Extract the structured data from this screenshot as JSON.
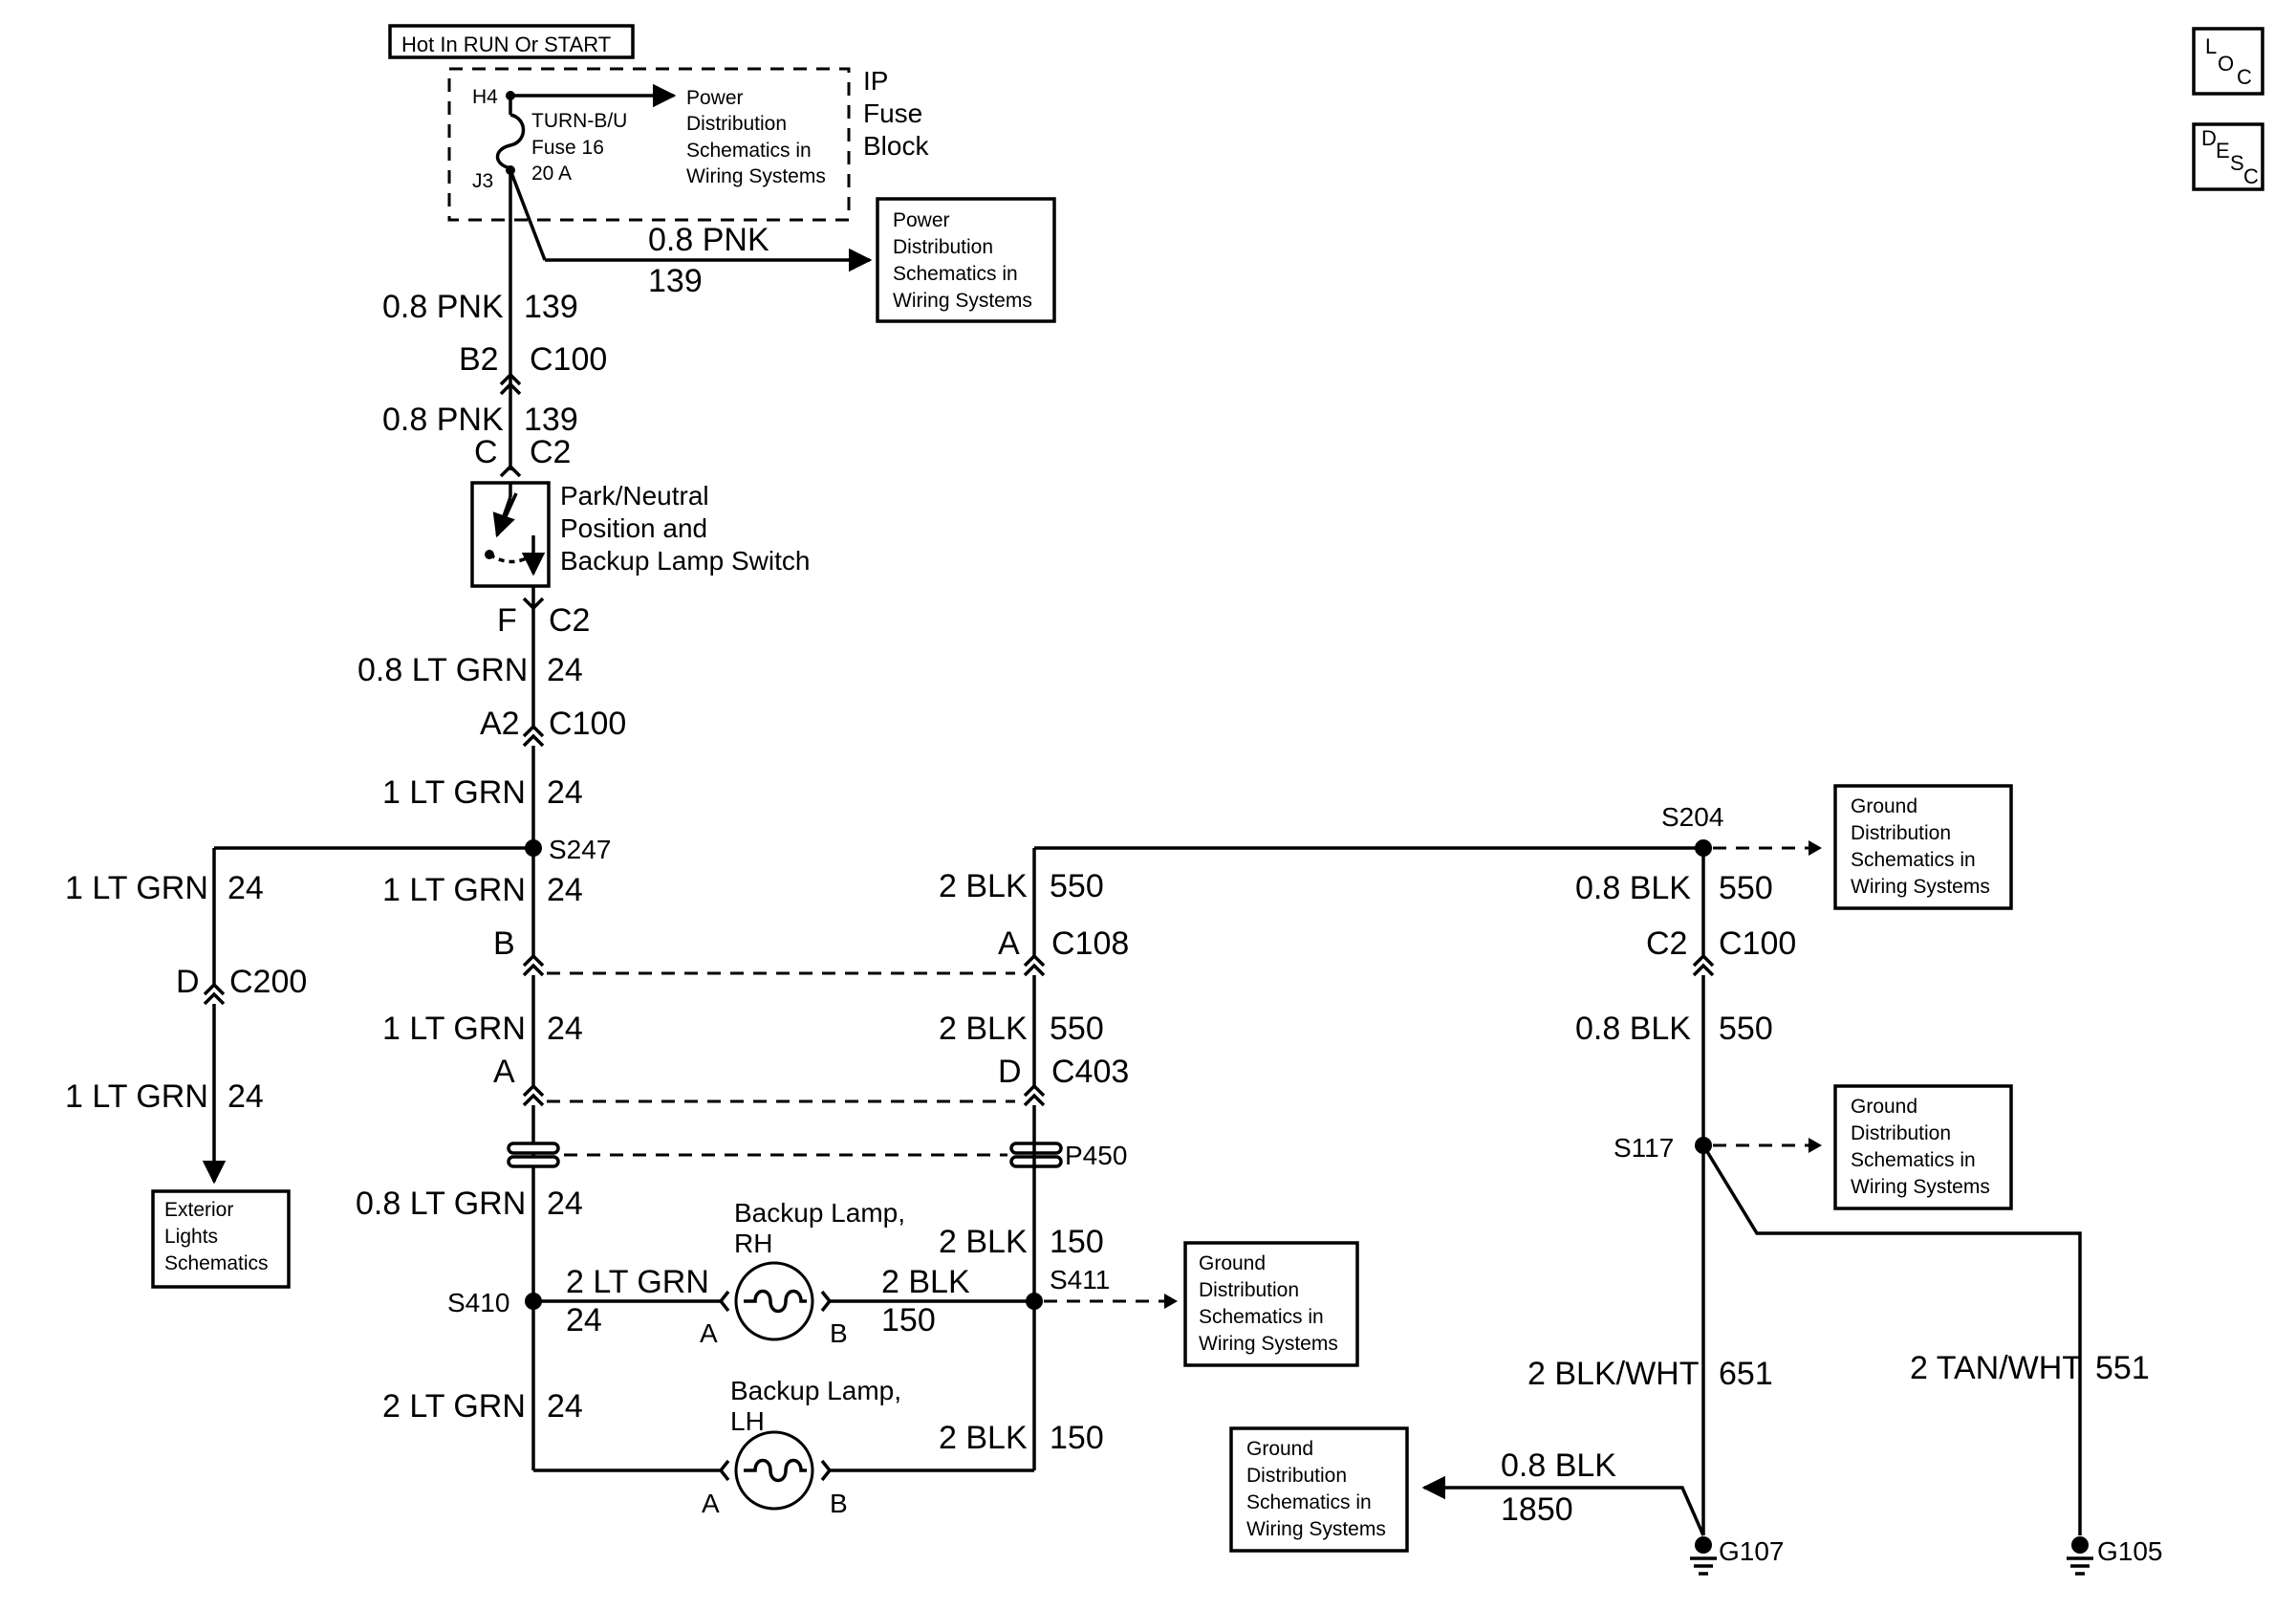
{
  "header_label": "Hot In RUN Or START",
  "corner_icons": {
    "loc": {
      "l1": "L",
      "l2": "O",
      "l3": "C"
    },
    "desc": {
      "l1": "D",
      "l2": "E",
      "l3": "S",
      "l4": "C"
    }
  },
  "fuse_block": {
    "name_line1": "IP",
    "name_line2": "Fuse",
    "name_line3": "Block",
    "pin_in": "H4",
    "pin_out": "J3",
    "fuse_line1": "TURN-B/U",
    "fuse_line2": "Fuse 16",
    "fuse_line3": "20 A",
    "ref_line1": "Power",
    "ref_line2": "Distribution",
    "ref_line3": "Schematics in",
    "ref_line4": "Wiring Systems"
  },
  "ref_boxes": {
    "power_dist": [
      "Power",
      "Distribution",
      "Schematics in",
      "Wiring Systems"
    ],
    "ground_s204": [
      "Ground",
      "Distribution",
      "Schematics in",
      "Wiring Systems"
    ],
    "ground_s117": [
      "Ground",
      "Distribution",
      "Schematics in",
      "Wiring Systems"
    ],
    "ground_s411": [
      "Ground",
      "Distribution",
      "Schematics in",
      "Wiring Systems"
    ],
    "ground_g107": [
      "Ground",
      "Distribution",
      "Schematics in",
      "Wiring Systems"
    ],
    "exterior_lights": [
      "Exterior",
      "Lights",
      "Schematics"
    ]
  },
  "switch": {
    "line1": "Park/Neutral",
    "line2": "Position and",
    "line3": "Backup Lamp Switch"
  },
  "lamps": {
    "rh": {
      "line1": "Backup Lamp,",
      "line2": "RH",
      "pin_a": "A",
      "pin_b": "B"
    },
    "lh": {
      "line1": "Backup Lamp,",
      "line2": "LH",
      "pin_a": "A",
      "pin_b": "B"
    }
  },
  "wires": {
    "pnk_branch": {
      "size_color": "0.8 PNK",
      "circuit": "139"
    },
    "pnk_upper": {
      "size_color": "0.8 PNK",
      "circuit": "139"
    },
    "pnk_lower": {
      "size_color": "0.8 PNK",
      "circuit": "139"
    },
    "ltgrn_sw": {
      "size_color": "0.8 LT GRN",
      "circuit": "24"
    },
    "ltgrn_c100": {
      "size_color": "1 LT GRN",
      "circuit": "24"
    },
    "ltgrn_left_upper": {
      "size_color": "1 LT GRN",
      "circuit": "24"
    },
    "ltgrn_left_lower": {
      "size_color": "1 LT GRN",
      "circuit": "24"
    },
    "ltgrn_b": {
      "size_color": "1 LT GRN",
      "circuit": "24"
    },
    "ltgrn_c403": {
      "size_color": "1 LT GRN",
      "circuit": "24"
    },
    "ltgrn_p450": {
      "size_color": "0.8 LT GRN",
      "circuit": "24"
    },
    "ltgrn_rh": {
      "size_color": "2 LT GRN",
      "circuit": "24"
    },
    "ltgrn_lh": {
      "size_color": "2 LT GRN",
      "circuit": "24"
    },
    "blk_c108_upper": {
      "size_color": "2 BLK",
      "circuit": "550"
    },
    "blk_c403": {
      "size_color": "2 BLK",
      "circuit": "550"
    },
    "blk_p450": {
      "size_color": "2 BLK",
      "circuit": "150"
    },
    "blk_rh": {
      "size_color": "2 BLK",
      "circuit": "150"
    },
    "blk_lh": {
      "size_color": "2 BLK",
      "circuit": "150"
    },
    "blk_s204": {
      "size_color": "0.8 BLK",
      "circuit": "550"
    },
    "blk_c100": {
      "size_color": "0.8 BLK",
      "circuit": "550"
    },
    "blkwht": {
      "size_color": "2 BLK/WHT",
      "circuit": "651"
    },
    "tanwht": {
      "size_color": "2 TAN/WHT",
      "circuit": "551"
    },
    "blk_1850": {
      "size_color": "0.8 BLK",
      "circuit": "1850"
    }
  },
  "connectors": {
    "c100_top": {
      "pin": "B2",
      "name": "C100"
    },
    "c2_top": {
      "pin": "C",
      "name": "C2"
    },
    "c2_bottom": {
      "pin": "F",
      "name": "C2"
    },
    "c100_a2": {
      "pin": "A2",
      "name": "C100"
    },
    "c200": {
      "pin": "D",
      "name": "C200"
    },
    "c108_left": {
      "pin": "B"
    },
    "c108_right": {
      "pin": "A",
      "name": "C108"
    },
    "c403_left": {
      "pin": "A"
    },
    "c403_right": {
      "pin": "D",
      "name": "C403"
    },
    "p450": {
      "name": "P450"
    },
    "c100_right": {
      "pin": "C2",
      "name": "C100"
    }
  },
  "splices": {
    "s247": "S247",
    "s204": "S204",
    "s117": "S117",
    "s410": "S410",
    "s411": "S411"
  },
  "grounds": {
    "g107": "G107",
    "g105": "G105"
  }
}
